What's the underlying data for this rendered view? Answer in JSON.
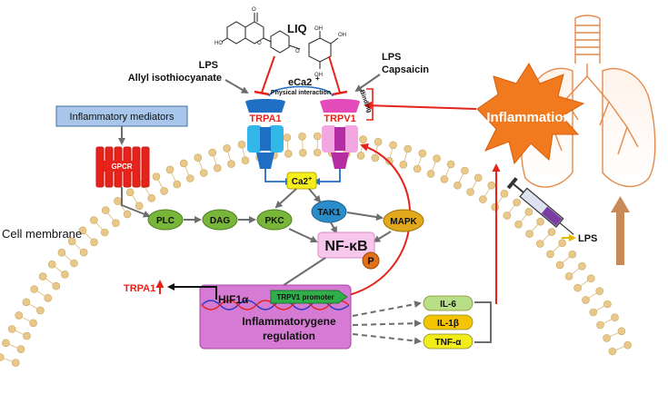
{
  "compound": {
    "name": "LIQ"
  },
  "stimuli": {
    "left_line1": "LPS",
    "left_line2": "Allyl isothiocyanate",
    "right_line1": "LPS",
    "right_line2": "Capsaicin"
  },
  "interaction": {
    "eca": "eCa2",
    "eca_sup": "+",
    "label": "Physical interaction"
  },
  "channels": {
    "trpa1": "TRPA1",
    "trpv1": "TRPV1",
    "binding": "Binding"
  },
  "mediators": {
    "label": "Inflammatory mediators"
  },
  "gpcr": {
    "label": "GPCR"
  },
  "membrane": {
    "label": "Cell membrane"
  },
  "signaling": {
    "ca": "Ca2",
    "ca_sup": "+",
    "plc": "PLC",
    "dag": "DAG",
    "pkc": "PKC",
    "tak1": "TAK1",
    "mapk": "MAPK",
    "nfkb": "NF-κB",
    "p": "P"
  },
  "nucleus": {
    "hif": "HIF1α",
    "promoter": "TRPV1 promoter",
    "regulation_line1": "Inflammatorygene",
    "regulation_line2": "regulation"
  },
  "trpa1_out": {
    "label": "TRPA1"
  },
  "cytokines": [
    "IL-6",
    "IL-1β",
    "TNF-α"
  ],
  "inflammation": {
    "label": "Inflammation"
  },
  "lps_injection": {
    "label": "LPS"
  },
  "colors": {
    "red": "#e5231b",
    "blue": "#1f6fc5",
    "gray_arrow": "#6d6d6d",
    "green_node": "#77b639",
    "mapk": "#e0a81a",
    "tak1": "#2a8dc9",
    "nucleus": "#d57bd3",
    "membrane": "#e9c98a",
    "lung": "#e58a4a",
    "inflammation": "#f27a1e",
    "mediators": "#a7c6e9",
    "ca": "#f6ee1b",
    "il6": "#b7df87",
    "il1b": "#f5c400",
    "tnfa": "#f1ec1a"
  }
}
